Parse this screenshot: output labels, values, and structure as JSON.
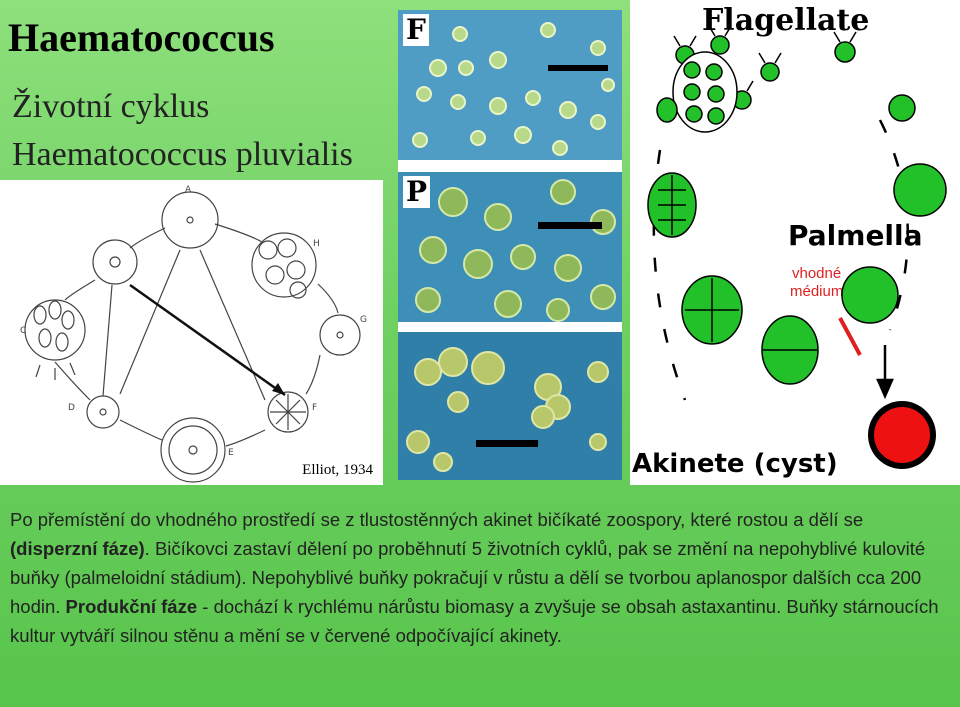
{
  "title": "Haematococcus",
  "subtitle_line1": "Životní cyklus",
  "subtitle_line2": "Haematococcus pluvialis",
  "drawing": {
    "credit": "Elliot, 1934",
    "labels": [
      "A",
      "H",
      "C",
      "G",
      "D",
      "F",
      "E"
    ]
  },
  "photos": {
    "labels": [
      "F",
      "P",
      ""
    ]
  },
  "cycle": {
    "flagellate": "Flagellate",
    "palmella": "Palmella",
    "medium_line1": "vhodné",
    "medium_line2": "médium",
    "akinete": "Akinete (cyst)",
    "colors": {
      "green": "#22c12a",
      "red": "#ee1111",
      "medium": "#e02020"
    }
  },
  "description": {
    "p1": "Po přemístění do vhodného prostředí se z tlustostěnných akinet bičíkaté zoospory, které rostou a dělí se ",
    "b1": "(disperzní fáze)",
    "p2": ". Bičíkovci zastaví dělení po proběhnutí 5 životních cyklů, pak se změní na nepohyblivé kulovité buňky (palmeloidní stádium). Nepohyblivé buňky pokračují v růstu a dělí se tvorbou aplanospor dalších cca 200 hodin. ",
    "b2": "Produkční fáze",
    "p3": " - dochází k rychlému nárůstu biomasy a zvyšuje se obsah astaxantinu. Buňky stárnoucích kultur vytváří silnou stěnu a mění se v červené odpočívající akinety."
  }
}
